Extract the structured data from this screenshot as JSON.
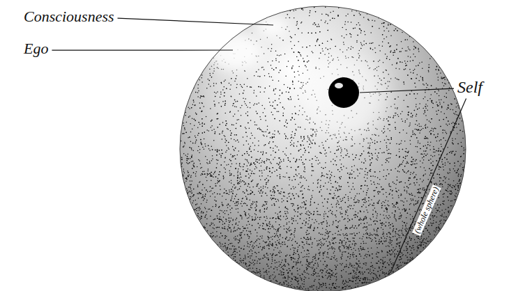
{
  "diagram": {
    "labels": [
      "Consciousness",
      "Ego",
      "Self",
      "(whole sphere)"
    ]
  }
}
